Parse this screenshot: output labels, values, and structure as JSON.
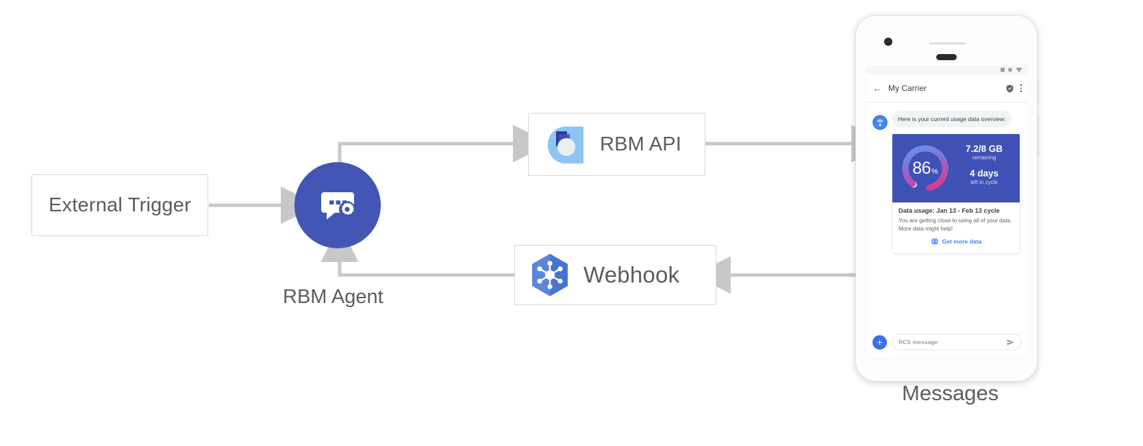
{
  "diagram": {
    "external_trigger": {
      "label": "External Trigger"
    },
    "rbm_agent": {
      "label": "RBM Agent",
      "icon": "chat-gear-icon"
    },
    "rbm_api": {
      "label": "RBM API",
      "icon": "rbm-api-icon"
    },
    "webhook": {
      "label": "Webhook",
      "icon": "webhook-hexagon-icon"
    },
    "messages": {
      "label": "Messages"
    },
    "colors": {
      "agent_blue": "#4355b5",
      "connector_gray": "#c8c8c8",
      "box_border": "#d6d6d6",
      "text_gray": "#5c5c5c"
    }
  },
  "phone": {
    "status_icons": [
      "square-icon",
      "circle-icon",
      "triangle-down-icon"
    ],
    "app_bar": {
      "back_icon": "back-arrow-icon",
      "title": "My Carrier",
      "verified_icon": "verified-shield-icon",
      "overflow_icon": "overflow-menu-icon"
    },
    "conversation": {
      "avatar_icon": "cell-tower-icon",
      "message": "Here is your current usage data overview:",
      "card": {
        "gauge": {
          "value": "86",
          "unit": "%",
          "percent": 86,
          "gradient_from": "#5b9bf0",
          "gradient_mid": "#8a6ed0",
          "gradient_to": "#e0368f"
        },
        "data_amount": "7.2/8 GB",
        "data_amount_sub": "remaining",
        "days_left": "4 days",
        "days_left_sub": "left in cycle",
        "title": "Data usage: Jan 13 - Feb 13 cycle",
        "body": "You are getting close to using all of your data. More data might help!",
        "action": {
          "icon": "globe-icon",
          "label": "Get more data",
          "color": "#4285f4"
        },
        "hero_bg": "#3f51b5"
      }
    },
    "composer": {
      "add_icon": "plus-icon",
      "placeholder": "RCS message",
      "send_icon": "send-icon"
    },
    "nav_bar": [
      "back-nav-icon",
      "home-nav-icon",
      "recents-nav-icon"
    ]
  }
}
